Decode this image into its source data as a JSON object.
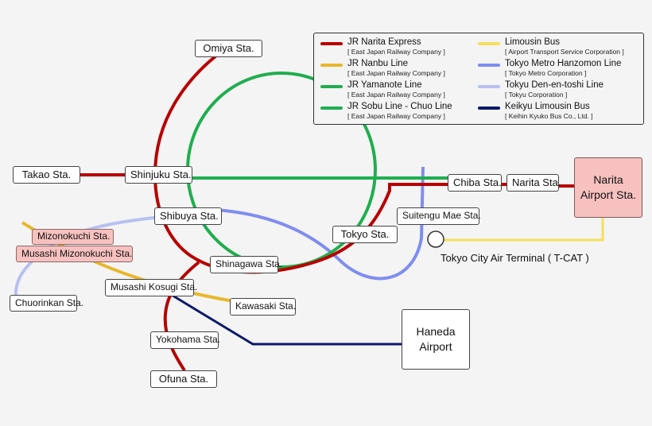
{
  "colors": {
    "narita_express": "#b80000",
    "nanbu": "#e8b72a",
    "yamanote": "#1fae4e",
    "sobu_chuo": "#1fae4e",
    "limousin_bus": "#f4df5a",
    "hanzomon": "#7f8df0",
    "den_en_toshi": "#b7c0f0",
    "keikyu": "#0c1a6a"
  },
  "stations": {
    "omiya": "Omiya Sta.",
    "takao": "Takao Sta.",
    "shinjuku": "Shinjuku Sta.",
    "shibuya": "Shibuya Sta.",
    "mizonokuchi": "Mizonokuchi Sta.",
    "musashi_mizonokuchi": "Musashi Mizonokuchi Sta.",
    "chuorinkan": "Chuorinkan Sta.",
    "shinagawa": "Shinagawa Sta.",
    "musashi_kosugi": "Musashi Kosugi Sta.",
    "kawasaki": "Kawasaki Sta.",
    "yokohama": "Yokohama Sta.",
    "ofuna": "Ofuna Sta.",
    "tokyo": "Tokyo Sta.",
    "suitengu_mae": "Suitengu Mae Sta.",
    "chiba": "Chiba Sta.",
    "narita": "Narita Sta.",
    "narita_airport": "Narita Airport Sta.",
    "haneda_airport": "Haneda Airport",
    "tcat": "Tokyo City Air Terminal ( T-CAT )"
  },
  "legend": [
    {
      "name": "JR Narita Express",
      "company": "[ East Japan Railway Company ]",
      "color": "#b80000"
    },
    {
      "name": "JR Nanbu Line",
      "company": "[ East Japan Railway Company ]",
      "color": "#e8b72a"
    },
    {
      "name": "JR Yamanote Line",
      "company": "[ East Japan Railway Company ]",
      "color": "#1fae4e"
    },
    {
      "name": "JR Sobu Line - Chuo Line",
      "company": "[ East Japan Railway Company ]",
      "color": "#1fae4e"
    },
    {
      "name": "Limousin Bus",
      "company": "[ Airport Transport Service Corporation ]",
      "color": "#f4df5a"
    },
    {
      "name": "Tokyo Metro Hanzomon Line",
      "company": "[ Tokyo Metro Corporation ]",
      "color": "#7f8df0"
    },
    {
      "name": "Tokyu Den-en-toshi Line",
      "company": "[ Tokyu Corporation ]",
      "color": "#b7c0f0"
    },
    {
      "name": "Keikyu Limousin Bus",
      "company": "[ Keihin Kyuko Bus Co., Ltd. ]",
      "color": "#0c1a6a"
    }
  ]
}
